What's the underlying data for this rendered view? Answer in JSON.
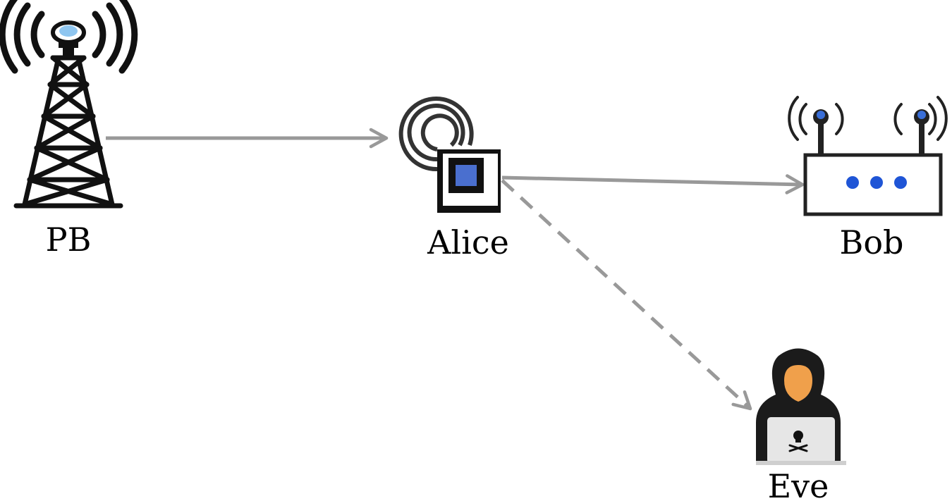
{
  "nodes": {
    "pb": {
      "label": "PB",
      "icon": "radio-tower-icon"
    },
    "alice": {
      "label": "Alice",
      "icon": "rfid-tag-icon"
    },
    "bob": {
      "label": "Bob",
      "icon": "wifi-router-icon"
    },
    "eve": {
      "label": "Eve",
      "icon": "hooded-hacker-icon"
    }
  },
  "edges": [
    {
      "from": "pb",
      "to": "alice",
      "style": "solid"
    },
    {
      "from": "alice",
      "to": "bob",
      "style": "solid"
    },
    {
      "from": "alice",
      "to": "eve",
      "style": "dashed"
    }
  ],
  "colors": {
    "arrow": "#999999",
    "outline": "#222222",
    "accent_blue": "#3a6fd8",
    "tag_blue": "#4a6fcf",
    "skin": "#f0a04b",
    "laptop": "#e6e6e6"
  }
}
